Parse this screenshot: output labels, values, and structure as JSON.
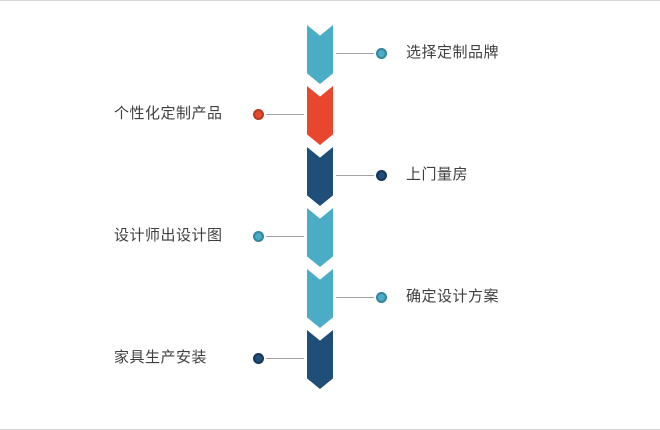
{
  "diagram": {
    "type": "vertical-process-flow",
    "steps": [
      {
        "label": "选择定制品牌",
        "side": "right",
        "fill": "#4BACC6",
        "edge": "#31859C"
      },
      {
        "label": "个性化定制产品",
        "side": "left",
        "fill": "#E8472E",
        "edge": "#B33A20"
      },
      {
        "label": "上门量房",
        "side": "right",
        "fill": "#1F4E79",
        "edge": "#16365C"
      },
      {
        "label": "设计师出设计图",
        "side": "left",
        "fill": "#4BACC6",
        "edge": "#31859C"
      },
      {
        "label": "确定设计方案",
        "side": "right",
        "fill": "#4BACC6",
        "edge": "#31859C"
      },
      {
        "label": "家具生产安装",
        "side": "left",
        "fill": "#1F4E79",
        "edge": "#16365C"
      }
    ],
    "style": {
      "line_color": "#a3a3a3",
      "text_color": "#3f3f3f",
      "border_color": "#d6d6d6",
      "background": "#ffffff"
    }
  }
}
